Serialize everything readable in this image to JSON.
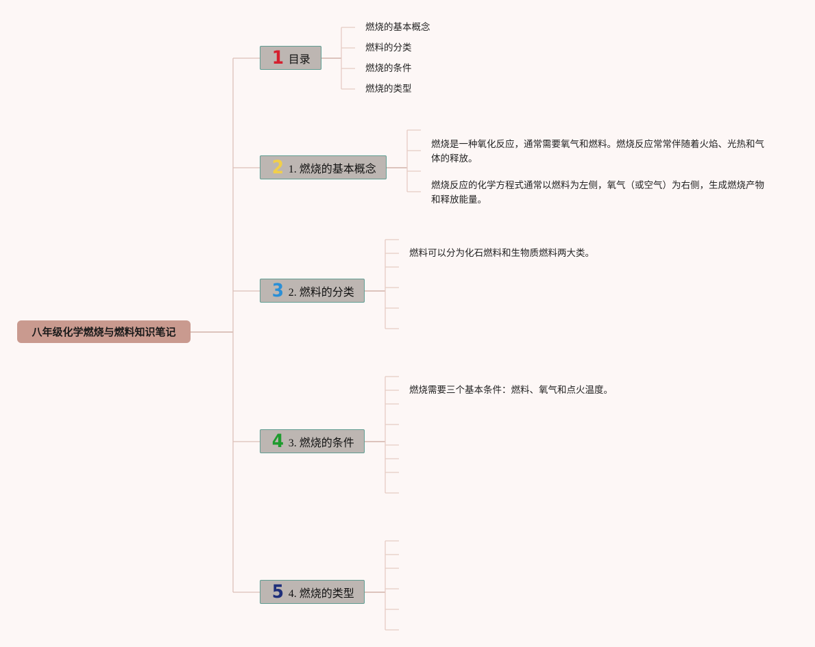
{
  "root": {
    "title": "八年级化学燃烧与燃料知识笔记"
  },
  "branches": [
    {
      "number": "1",
      "number_color": "#d4202f",
      "label": "目录",
      "children": [
        "燃烧的基本概念",
        "燃料的分类",
        "燃烧的条件",
        "燃烧的类型"
      ]
    },
    {
      "number": "2",
      "number_color": "#f1cf4a",
      "label": "1. 燃烧的基本概念",
      "children": [
        "燃烧是一种氧化反应，通常需要氧气和燃料。燃烧反应常常伴随着火焰、光热和气体的释放。",
        "燃烧反应的化学方程式通常以燃料为左侧，氧气（或空气）为右侧，生成燃烧产物和释放能量。"
      ]
    },
    {
      "number": "3",
      "number_color": "#2b8fd6",
      "label": "2. 燃料的分类",
      "children": [
        "燃料可以分为化石燃料和生物质燃料两大类。"
      ]
    },
    {
      "number": "4",
      "number_color": "#1e9b2e",
      "label": "3. 燃烧的条件",
      "children": [
        "燃烧需要三个基本条件：燃料、氧气和点火温度。"
      ]
    },
    {
      "number": "5",
      "number_color": "#1f2f7a",
      "label": "4. 燃烧的类型",
      "children": []
    }
  ],
  "colors": {
    "background": "#fdf7f6",
    "root_fill": "#c99a8f",
    "branch_fill": "#bdb6b2",
    "branch_border": "#5f9c91",
    "main_line": "#c9a49a",
    "leaf_line": "#e6cbc4"
  }
}
